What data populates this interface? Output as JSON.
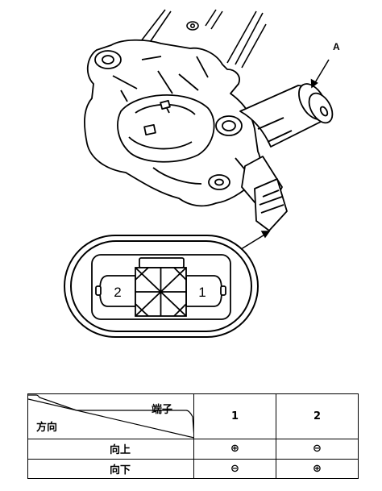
{
  "diagram": {
    "callout_label": "A",
    "connector_pins": [
      "2",
      "1"
    ]
  },
  "table": {
    "header_terminal": "端子",
    "header_direction": "方向",
    "columns": [
      "1",
      "2"
    ],
    "rows": [
      {
        "label": "向上",
        "values": [
          "⊕",
          "⊖"
        ]
      },
      {
        "label": "向下",
        "values": [
          "⊖",
          "⊕"
        ]
      }
    ]
  }
}
